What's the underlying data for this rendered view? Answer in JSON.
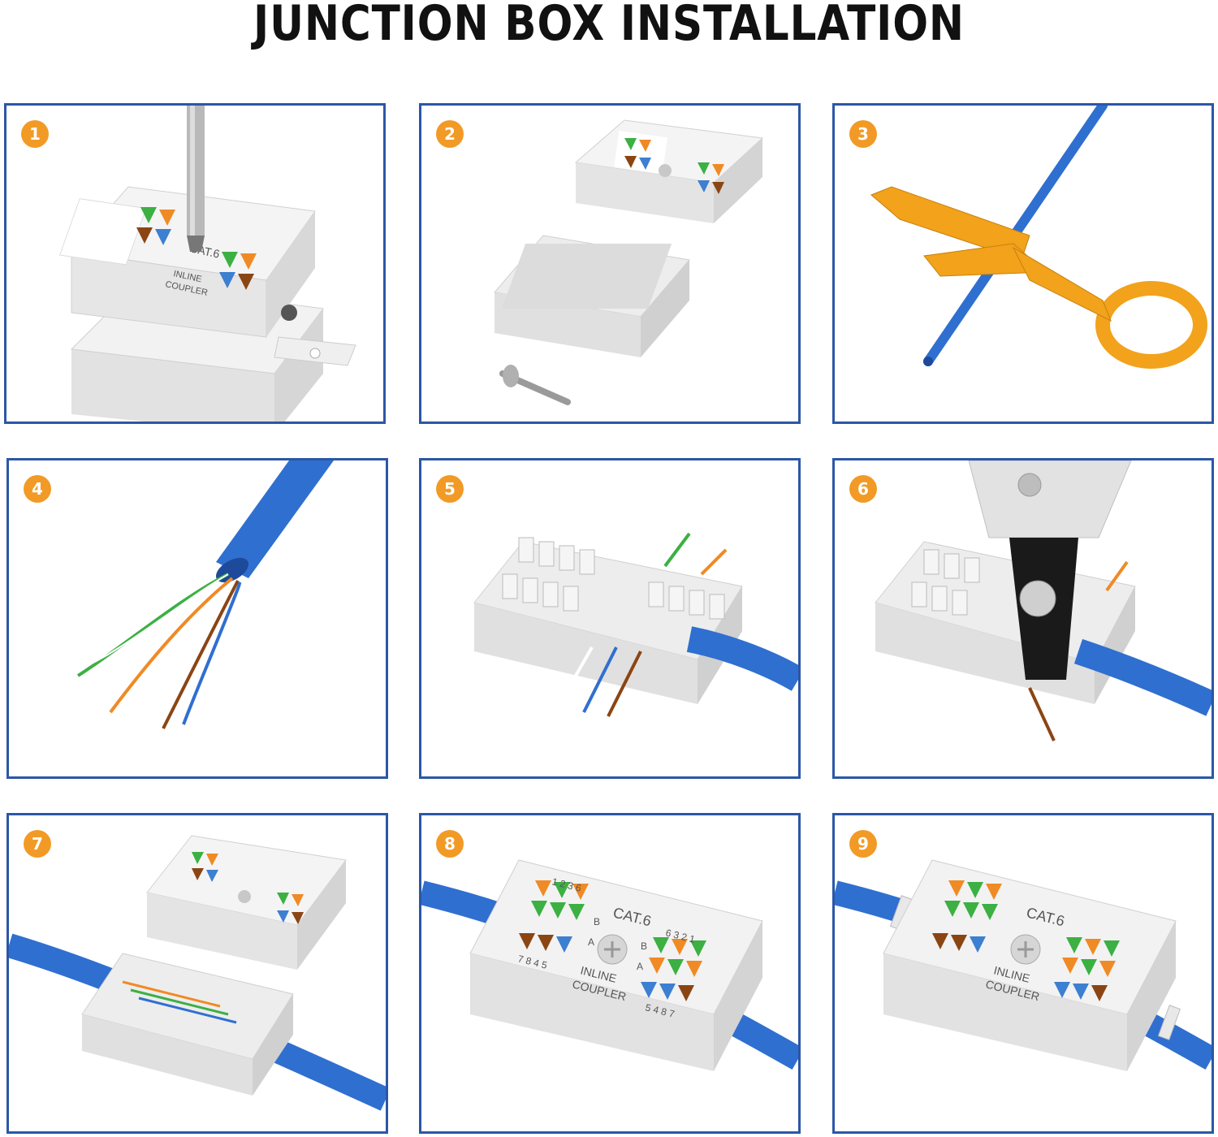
{
  "header": {
    "title": "JUNCTION BOX INSTALLATION"
  },
  "colors": {
    "frame": "#2b57a6",
    "badge": "#f29a26",
    "cable": "#2f6fd0",
    "tool": "#f2a21b"
  },
  "label": {
    "cat": "CAT.6",
    "inline": "INLINE",
    "coupler": "COUPLER",
    "a": "A",
    "b": "B",
    "top_left_nums": "1 2 3 6",
    "bottom_left_nums": "7 8 4 5",
    "top_right_nums": "6 3 2 1",
    "bottom_right_nums": "5 4 8 7"
  },
  "steps": [
    {
      "number": "1"
    },
    {
      "number": "2"
    },
    {
      "number": "3"
    },
    {
      "number": "4"
    },
    {
      "number": "5"
    },
    {
      "number": "6"
    },
    {
      "number": "7"
    },
    {
      "number": "8"
    },
    {
      "number": "9"
    }
  ]
}
